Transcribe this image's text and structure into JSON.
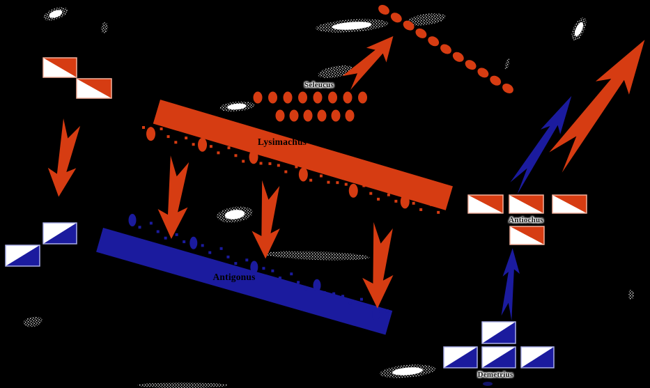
{
  "diagram": {
    "labels": {
      "seleucus": "Seleucus",
      "lysimachus": "Lysimachus",
      "antigonus": "Antigonus",
      "antiochus": "Antiochus",
      "demetrius": "Demetrius"
    },
    "colors": {
      "red": "#D63C12",
      "blue": "#1B1B9E",
      "red_unit_border": "#F2B09C",
      "blue_unit_border": "#A9ADE8",
      "white": "#FFFFFF",
      "background": "#000000"
    }
  }
}
